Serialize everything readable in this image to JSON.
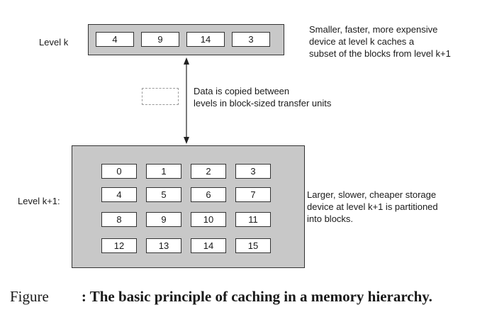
{
  "level_k": {
    "label": "Level k",
    "blocks": [
      "4",
      "9",
      "14",
      "3"
    ],
    "description_lines": [
      "Smaller, faster, more expensive",
      "device at level k caches a",
      "subset of the blocks from level k+1"
    ]
  },
  "transfer": {
    "description_lines": [
      "Data is copied between",
      "levels in block-sized transfer units"
    ]
  },
  "level_k1": {
    "label": "Level k+1:",
    "blocks": [
      "0",
      "1",
      "2",
      "3",
      "4",
      "5",
      "6",
      "7",
      "8",
      "9",
      "10",
      "11",
      "12",
      "13",
      "14",
      "15"
    ],
    "description_lines": [
      "Larger, slower, cheaper storage",
      "device at level k+1 is partitioned",
      "into blocks."
    ]
  },
  "caption": {
    "prefix": "Figure",
    "title": ": The basic principle of caching in a memory hierarchy."
  },
  "colors": {
    "box_fill": "#c8c8c8",
    "cell_fill": "#ffffff",
    "border": "#333333"
  }
}
